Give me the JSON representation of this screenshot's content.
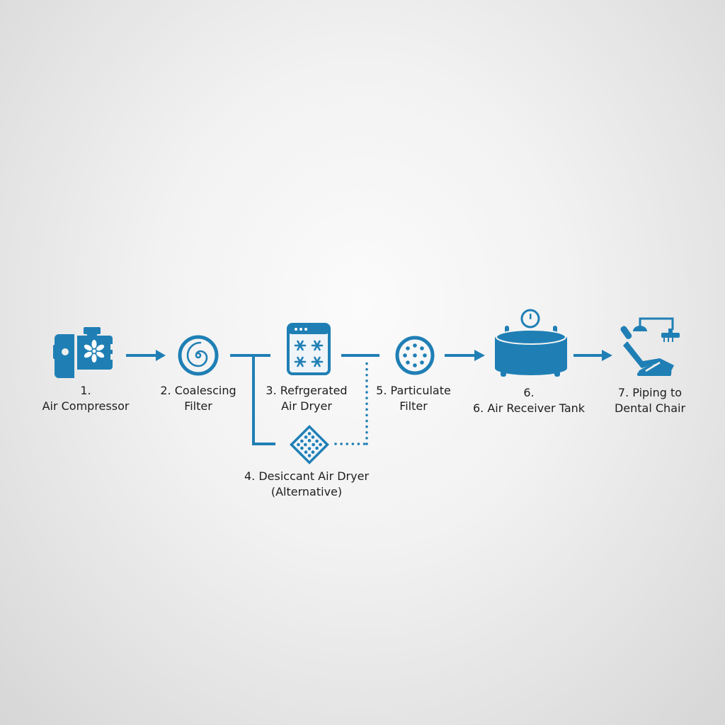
{
  "diagram": {
    "title": "",
    "accent_color": "#1f7fb5",
    "nodes": [
      {
        "id": 1,
        "icon": "air-compressor-icon",
        "line1": "1.",
        "line2": "Air Compressor"
      },
      {
        "id": 2,
        "icon": "coalescing-filter-icon",
        "line1": "2. Coalescing",
        "line2": "Filter"
      },
      {
        "id": 3,
        "icon": "refrigerated-dryer-icon",
        "line1": "3. Refrgerated",
        "line2": "Air Dryer"
      },
      {
        "id": 4,
        "icon": "desiccant-dryer-icon",
        "line1": "4. Desiccant Air Dryer",
        "line2": "(Alternative)"
      },
      {
        "id": 5,
        "icon": "particulate-filter-icon",
        "line1": "5. Particulate",
        "line2": "Filter"
      },
      {
        "id": 6,
        "icon": "air-receiver-tank-icon",
        "line1": "6.",
        "line2": "6. Air Receiver Tank"
      },
      {
        "id": 7,
        "icon": "dental-chair-icon",
        "line1": "7. Piping to",
        "line2": "Dental Chair"
      }
    ],
    "edges": [
      {
        "from": 1,
        "to": 2,
        "style": "arrow"
      },
      {
        "from": 2,
        "to": 3,
        "style": "solid"
      },
      {
        "from": 2,
        "to": 4,
        "style": "solid-branch"
      },
      {
        "from": 3,
        "to": 5,
        "style": "solid"
      },
      {
        "from": 4,
        "to": 5,
        "style": "dotted"
      },
      {
        "from": 5,
        "to": 6,
        "style": "arrow"
      },
      {
        "from": 6,
        "to": 7,
        "style": "arrow"
      }
    ]
  }
}
